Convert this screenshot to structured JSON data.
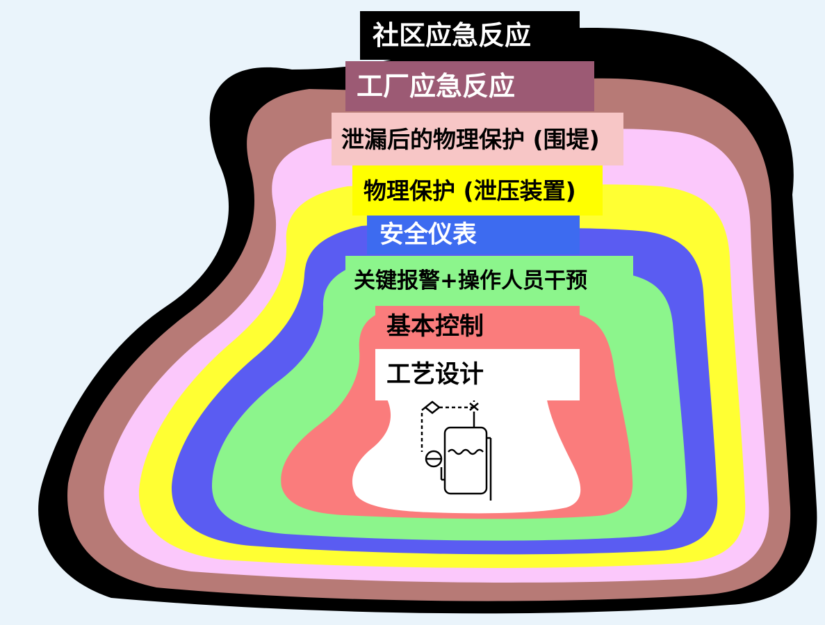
{
  "diagram": {
    "layers": [
      {
        "id": "community",
        "label": "社区应急反应",
        "fill": "#000000",
        "label_bg": "#000000",
        "label_color": "#ffffff"
      },
      {
        "id": "plant",
        "label": "工厂应急反应",
        "fill": "#b77a76",
        "label_bg": "#9c5a74",
        "label_color": "#ffffff"
      },
      {
        "id": "dike",
        "label": "泄漏后的物理保护 (围堤)",
        "fill": "#fbc8fb",
        "label_bg": "#f7c6c6",
        "label_color": "#000000"
      },
      {
        "id": "relief",
        "label": "物理保护 (泄压装置)",
        "fill": "#ffff33",
        "label_bg": "#ffff00",
        "label_color": "#000000"
      },
      {
        "id": "sis",
        "label": "安全仪表",
        "fill": "#5a5cf2",
        "label_bg": "#3d6bf0",
        "label_color": "#ffffff"
      },
      {
        "id": "alarm",
        "label": "关键报警+操作人员干预",
        "fill": "#8cf58c",
        "label_bg": "#8cf58c",
        "label_color": "#000000"
      },
      {
        "id": "bpcs",
        "label": "基本控制",
        "fill": "#fa7c7c",
        "label_bg": "#fa7c7c",
        "label_color": "#000000"
      },
      {
        "id": "design",
        "label": "工艺设计",
        "fill": "#ffffff",
        "label_bg": "#ffffff",
        "label_color": "#000000"
      }
    ],
    "process_icon": "process-vessel-icon"
  }
}
